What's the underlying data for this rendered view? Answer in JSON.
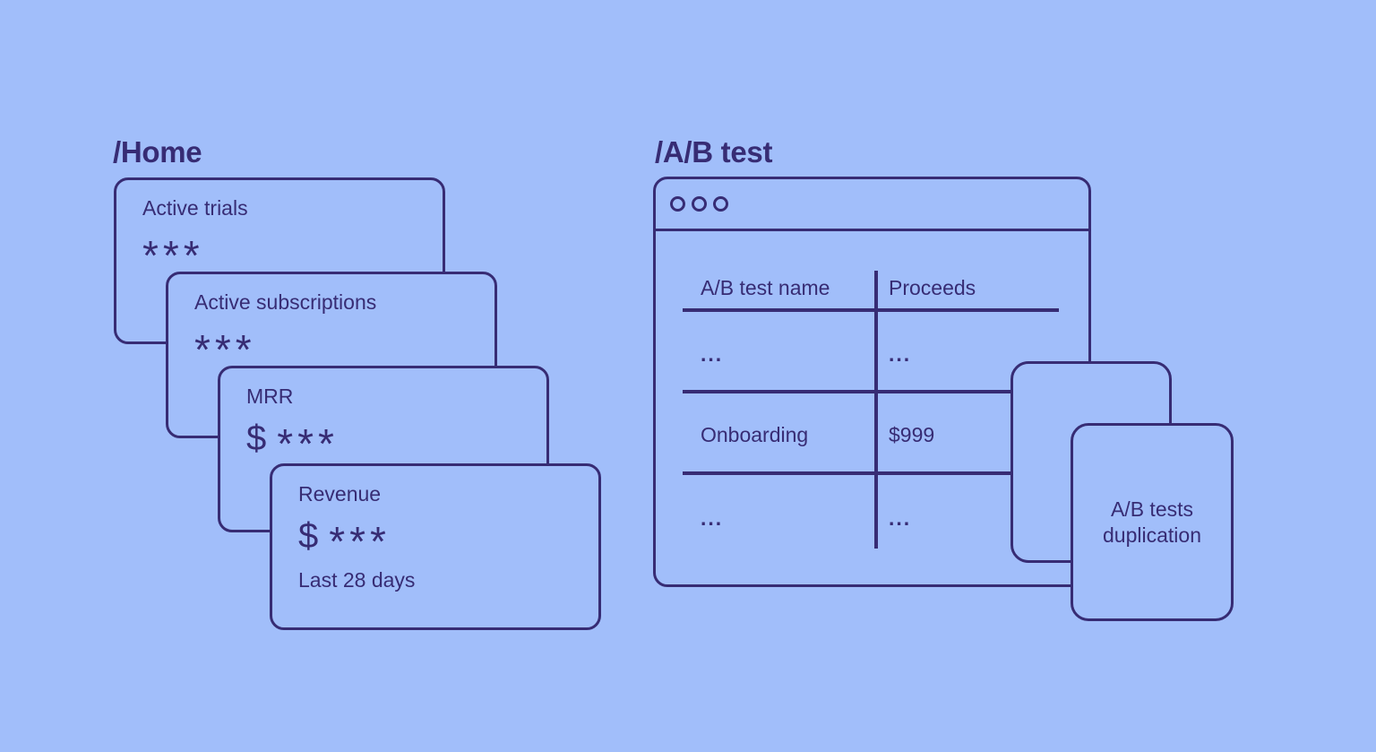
{
  "colors": {
    "background": "#a1befa",
    "ink": "#372c74"
  },
  "home": {
    "title": "/Home",
    "cards": [
      {
        "label": "Active trials",
        "value": "***"
      },
      {
        "label": "Active subscriptions",
        "value": "***"
      },
      {
        "label": "MRR",
        "currency": "$",
        "value": "***"
      },
      {
        "label": "Revenue",
        "currency": "$",
        "value": "***",
        "footnote": "Last 28 days"
      }
    ]
  },
  "ab_test": {
    "title": "/A/B test",
    "browser_window": {
      "controls_icon": "three-dots",
      "table": {
        "columns": [
          "A/B test name",
          "Proceeds"
        ],
        "rows": [
          [
            "...",
            "..."
          ],
          [
            "Onboarding",
            "$999"
          ],
          [
            "...",
            "..."
          ]
        ]
      }
    },
    "duplication_card": {
      "label": "A/B tests duplication"
    }
  }
}
